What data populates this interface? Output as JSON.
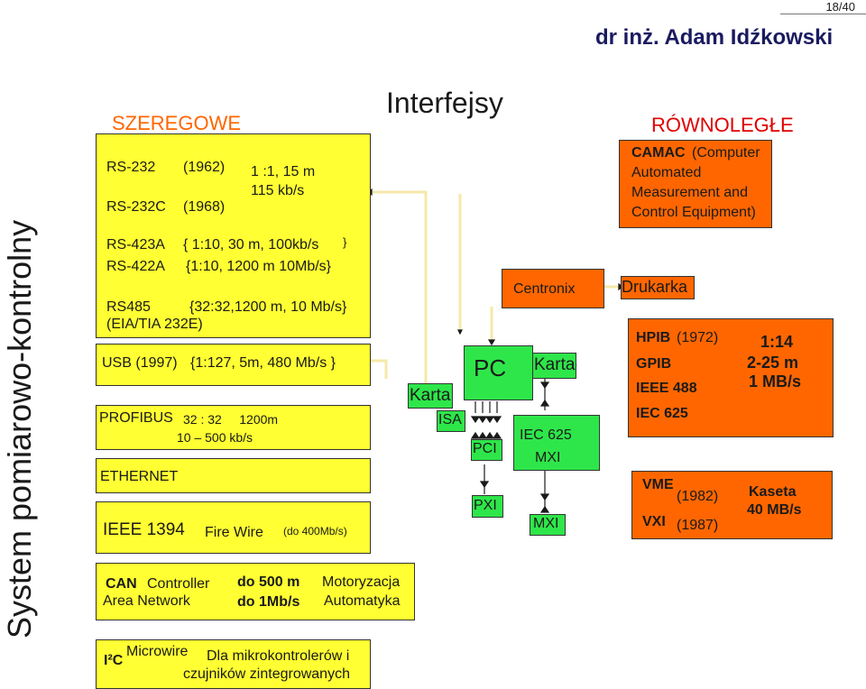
{
  "slide": {
    "page_number": "18/40",
    "author": "dr inż. Adam Idźkowski",
    "vertical_title": "System pomiarowo-kontrolny",
    "main_title": "Interfejsy"
  },
  "serial": {
    "heading": "SZEREGOWE",
    "rs232": "RS‑232",
    "rs232_year": "(1962)",
    "rs232c": "RS‑232C",
    "rs232c_year": "(1968)",
    "rs232_spec1": "1 :1, 15 m",
    "rs232_spec2": "115 kb/s",
    "rs423a": "RS-423A",
    "rs423a_spec": "{ 1:10, 30 m, 100kb/s",
    "rs423a_brace": "}",
    "rs422a": "RS‑422A",
    "rs422a_spec": "{1:10, 1200 m 10Mb/s}",
    "rs485": "RS485",
    "rs485_spec": "{32:32,1200 m, 10 Mb/s}",
    "eia": "(EIA/TIA 232E)",
    "usb_name": "USB",
    "usb_year": "(1997)",
    "usb_spec": "{1:127, 5m, 480 Mb/s }",
    "profibus": "PROFIBUS",
    "profibus_spec1": "32 : 32     1200m",
    "profibus_spec2": "10 – 500 kb/s",
    "ethernet": "ETHERNET",
    "ieee1394": "IEEE 1394",
    "firewire": "Fire Wire",
    "ieee1394_spec": "(do 400Mb/s)",
    "can": "CAN",
    "can_controller": "Controller",
    "can_area": "Area Network",
    "can_spec1": "do 500 m",
    "can_spec2": "do 1Mb/s",
    "can_use1": "Motoryzacja",
    "can_use2": "Automatyka",
    "i2c": "I²C",
    "i2c_micro": "Microwire",
    "i2c_desc1": "Dla mikrokontrolerów i",
    "i2c_desc2": "czujników zintegrowanych"
  },
  "center": {
    "karta_left": "Karta",
    "isa": "ISA",
    "pc": "PC",
    "pci": "PCI",
    "pxi": "PXI",
    "centronix": "Centronix",
    "karta_right": "Karta",
    "iec625": "IEC 625",
    "mxi_a": "MXI",
    "mxi_b": "MXI"
  },
  "parallel": {
    "heading": "RÓWNOLEGŁE",
    "camac_name": "CAMAC",
    "camac_desc1": "(Computer",
    "camac_desc2": "Automated",
    "camac_desc3": "Measurement and",
    "camac_desc4": "Control Equipment)",
    "drukarka": "Drukarka",
    "hpib": "HPIB",
    "hpib_year": "(1972)",
    "gpib": "GPIB",
    "ieee488": "IEEE 488",
    "iec625": "IEC 625",
    "hpib_spec1": "1:14",
    "hpib_spec2": "2-25 m",
    "hpib_spec3": "1 MB/s",
    "vme": "VME",
    "vme_year": "(1982)",
    "vxi": "VXI",
    "vxi_year": "(1987)",
    "vme_spec1": "Kaseta",
    "vme_spec2": "40 MB/s"
  },
  "colors": {
    "yellow_box": "#ffff33",
    "orange_box": "#ff6600",
    "green_box": "#2ee64a",
    "heading_orange": "#ff6600",
    "heading_red": "#e00000"
  }
}
